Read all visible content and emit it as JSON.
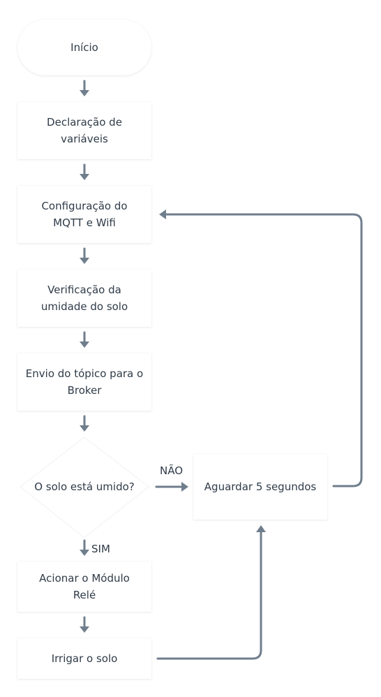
{
  "flowchart": {
    "start": "Início",
    "declare_vars": "Declaração de variáveis",
    "config_mqtt": "Configuração do MQTT e Wifi",
    "check_moisture": "Verificação da umidade do solo",
    "send_topic": "Envio do tópico para o Broker",
    "decision": "O solo está umido?",
    "wait": "Aguardar 5 segundos",
    "activate_relay": "Acionar o Módulo Relé",
    "irrigate": "Irrigar o solo",
    "label_no": "NÃO",
    "label_yes": "SIM"
  },
  "colors": {
    "connector": "#6f7e8c",
    "text": "#2f3b48",
    "node_fill": "#ffffff"
  }
}
